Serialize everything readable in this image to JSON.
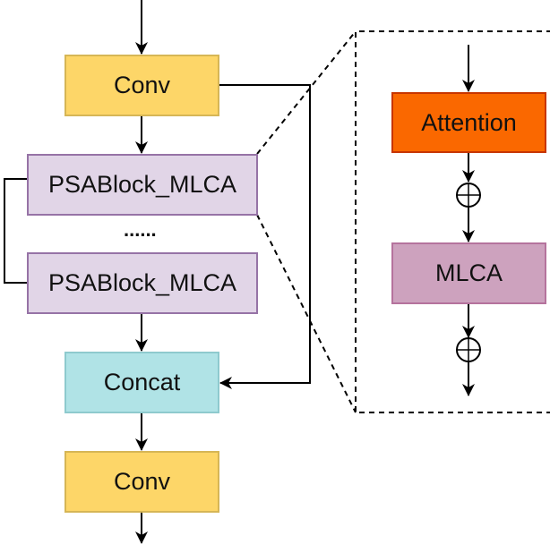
{
  "diagram": {
    "main_flow": {
      "conv_top": {
        "label": "Conv",
        "fill": "#FDD668",
        "border": "#D6B656"
      },
      "psablock_1": {
        "label": "PSABlock_MLCA",
        "fill": "#E1D5E7",
        "border": "#9673A6"
      },
      "ellipsis": "......",
      "psablock_2": {
        "label": "PSABlock_MLCA",
        "fill": "#E1D5E7",
        "border": "#9673A6"
      },
      "concat": {
        "label": "Concat",
        "fill": "#B0E3E6",
        "border": "#8ECACE"
      },
      "conv_bottom": {
        "label": "Conv",
        "fill": "#FDD668",
        "border": "#D6B656"
      }
    },
    "detail_view": {
      "attention": {
        "label": "Attention",
        "fill": "#FA6800",
        "border": "#C73500"
      },
      "add_1": {
        "symbol": "add"
      },
      "mlca": {
        "label": "MLCA",
        "fill": "#CDA2BE",
        "border": "#B5739D"
      },
      "add_2": {
        "symbol": "add"
      }
    },
    "edges": [
      {
        "from": "input",
        "to": "conv_top"
      },
      {
        "from": "conv_top",
        "to": "psablock_1"
      },
      {
        "from": "psablock_2",
        "to": "concat"
      },
      {
        "from": "conv_top",
        "to": "concat",
        "type": "skip"
      },
      {
        "from": "concat",
        "to": "conv_bottom"
      },
      {
        "from": "conv_bottom",
        "to": "output"
      },
      {
        "from": "input",
        "to": "attention"
      },
      {
        "from": "attention",
        "to": "add_1"
      },
      {
        "from": "add_1",
        "to": "mlca"
      },
      {
        "from": "mlca",
        "to": "add_2"
      },
      {
        "from": "add_2",
        "to": "output"
      }
    ]
  }
}
